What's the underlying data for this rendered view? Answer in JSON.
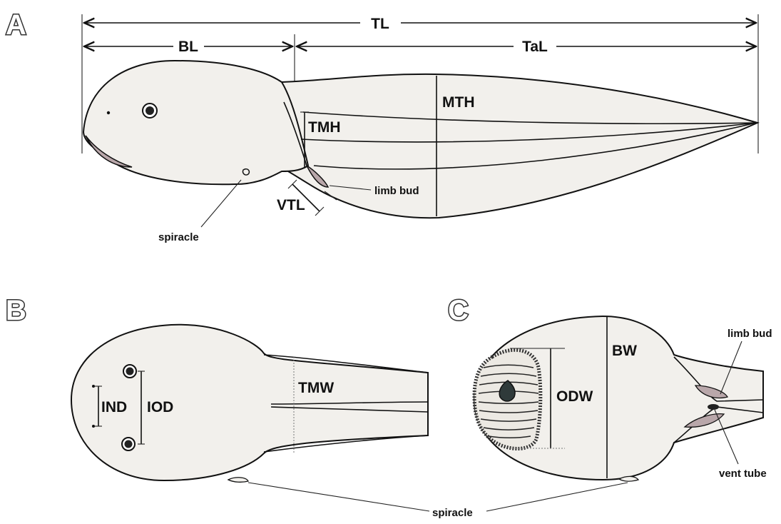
{
  "panels": {
    "a": "A",
    "b": "B",
    "c": "C"
  },
  "measurements": {
    "tl": "TL",
    "bl": "BL",
    "tal": "TaL",
    "mth": "MTH",
    "tmh": "TMH",
    "vtl": "VTL",
    "tmw": "TMW",
    "ind": "IND",
    "iod": "IOD",
    "odw": "ODW",
    "bw": "BW"
  },
  "annotations": {
    "limb_bud": "limb bud",
    "spiracle": "spiracle",
    "vent_tube": "vent tube"
  },
  "colors": {
    "body_fill": "#f2f0ec",
    "limb_bud_fill": "#b9a7aa",
    "outline": "#111111"
  }
}
